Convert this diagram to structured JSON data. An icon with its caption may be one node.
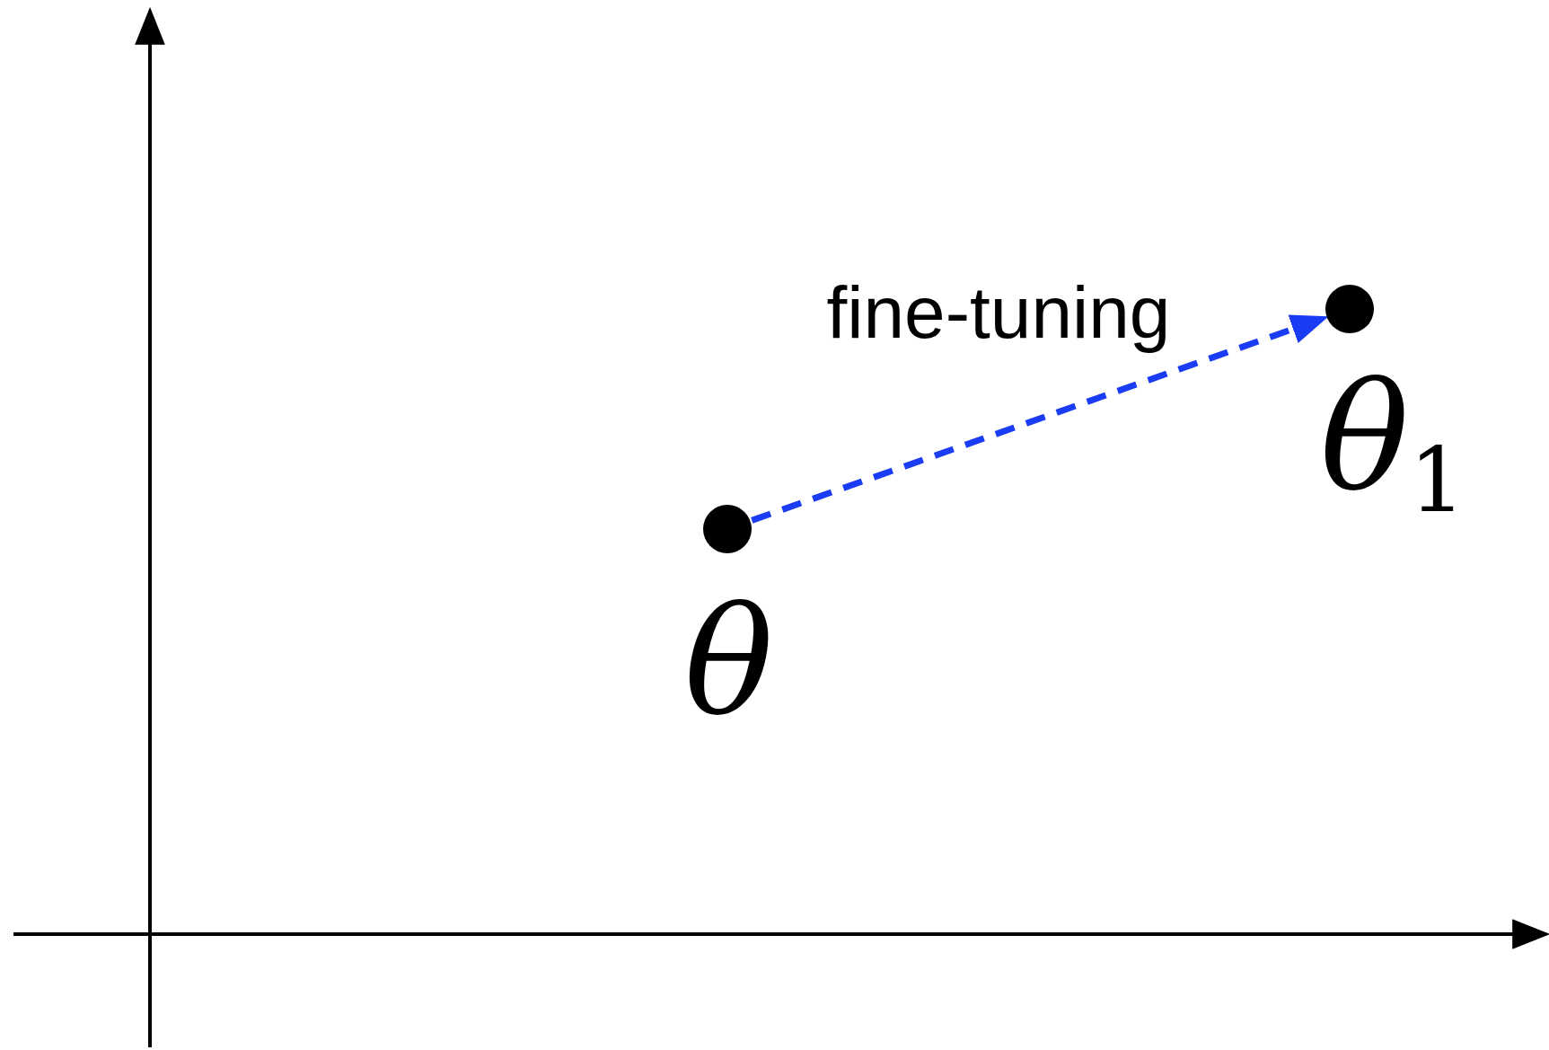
{
  "diagram": {
    "nodes": [
      {
        "text": [],
        "shape": "circle",
        "beside": [
          "θ"
        ]
      },
      {
        "text": [],
        "shape": "circle",
        "beside": [
          "θ$_{1}$"
        ]
      }
    ],
    "edges": [
      {
        "from": 0,
        "to": 1,
        "arrow": "to",
        "label": "fine-tuning",
        "style": "dashed",
        "color": "#1a3cf5"
      }
    ]
  }
}
